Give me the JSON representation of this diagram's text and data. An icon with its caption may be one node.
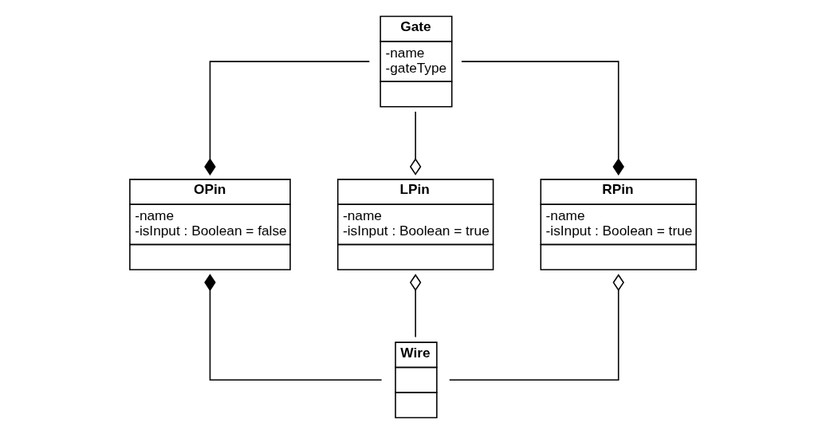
{
  "diagram": {
    "nodes": [
      {
        "text": [
          "Gate",
          "-name",
          "-gateType"
        ]
      },
      {
        "text": [
          "OPin",
          "-name",
          "-isInput : Boolean = false"
        ]
      },
      {
        "text": [
          "LPin",
          "-name",
          "-isInput : Boolean = true"
        ]
      },
      {
        "text": [
          "RPin",
          "-name",
          "-isInput : Boolean = true"
        ]
      },
      {
        "text": [
          "Wire"
        ]
      }
    ],
    "edges": [
      {
        "from": 0,
        "to": 1,
        "arrow": "other"
      },
      {
        "from": 0,
        "to": 2,
        "arrow": "other"
      },
      {
        "from": 0,
        "to": 3,
        "arrow": "other"
      },
      {
        "from": 4,
        "to": 1,
        "arrow": "other"
      },
      {
        "from": 4,
        "to": 2,
        "arrow": "other"
      },
      {
        "from": 4,
        "to": 3,
        "arrow": "other"
      }
    ]
  }
}
